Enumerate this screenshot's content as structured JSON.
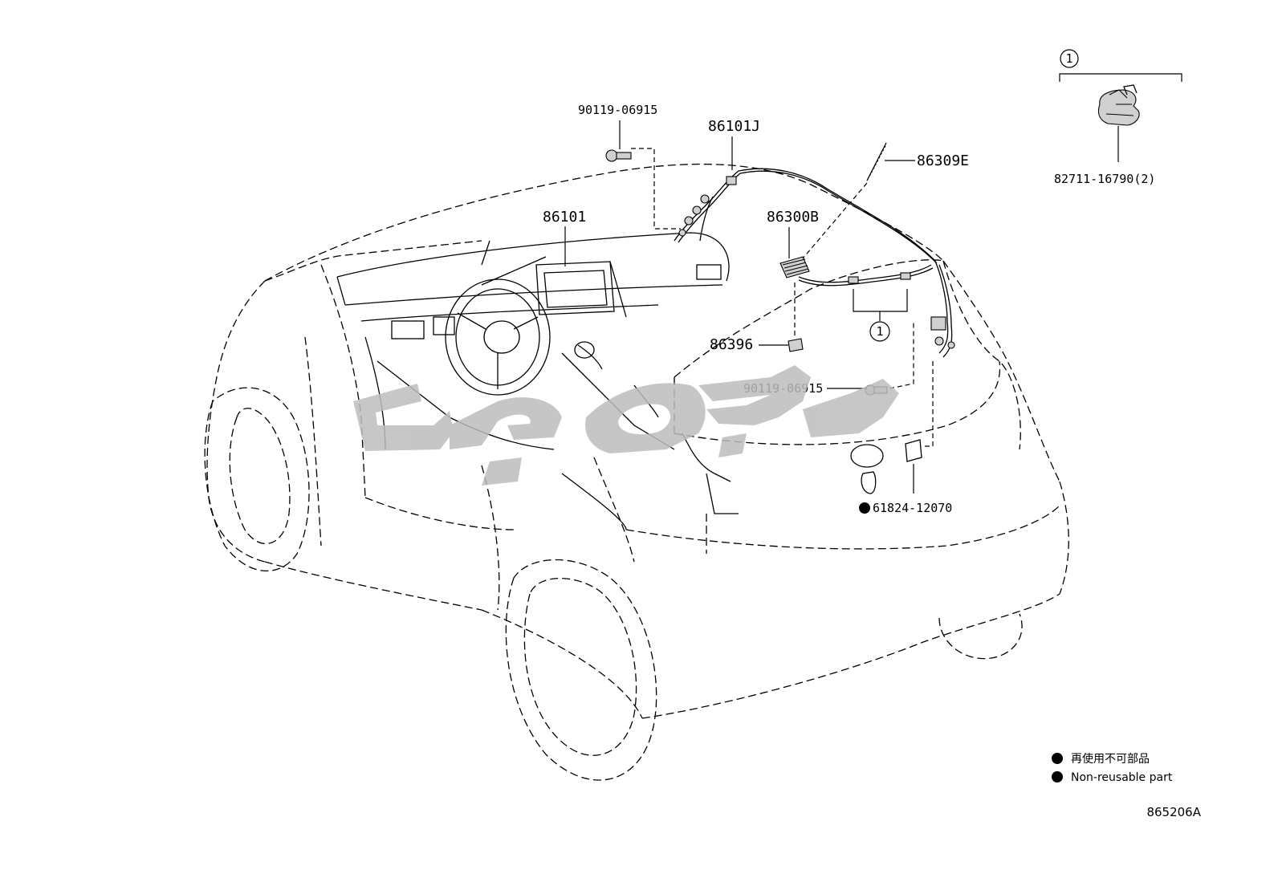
{
  "labels": {
    "bolt_top": "90119-06915",
    "harness_86101J": "86101J",
    "antenna_86309E": "86309E",
    "clip_82711": "82711-16790(2)",
    "group_ref_top": "1",
    "display_86101": "86101",
    "amp_86300B": "86300B",
    "group_ref_mid": "1",
    "clip_86396": "86396",
    "bolt_mid": "90119-06915",
    "panel_61824": "61824-12070"
  },
  "legend": {
    "jp": "再使用不可部品",
    "en": "Non-reusable part"
  },
  "ref_code": "865206A",
  "colors": {
    "line": "#000000",
    "part_fill": "#d0d0d0",
    "watermark": "#bdbdbd"
  }
}
